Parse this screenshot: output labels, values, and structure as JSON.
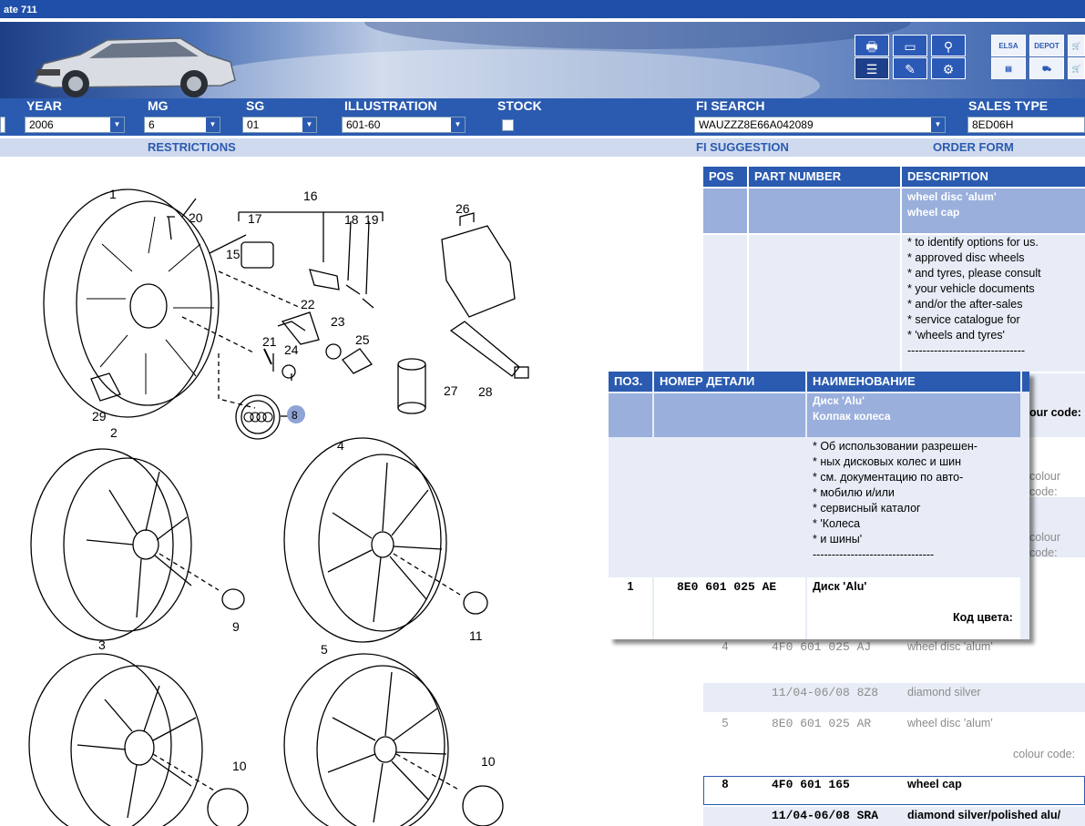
{
  "window": {
    "title": "ate 711"
  },
  "toolbar": {
    "icons": [
      "printer-icon",
      "screen-icon",
      "binoculars-icon",
      "list-icon",
      "pencil-icon",
      "tools-icon"
    ],
    "elsa_label": "ELSA",
    "depot_label": "DEPOT"
  },
  "fields": {
    "year": {
      "label": "YEAR",
      "value": "2006"
    },
    "mg": {
      "label": "MG",
      "value": "6"
    },
    "sg": {
      "label": "SG",
      "value": "01"
    },
    "illustration": {
      "label": "ILLUSTRATION",
      "value": "601-60"
    },
    "stock": {
      "label": "STOCK"
    },
    "fi_search": {
      "label": "FI SEARCH",
      "value": "WAUZZZ8E66A042089"
    },
    "sales_type": {
      "label": "SALES TYPE",
      "value": "8ED06H"
    }
  },
  "links": {
    "restrictions": "RESTRICTIONS",
    "fi_suggestion": "FI SUGGESTION",
    "order_form": "ORDER FORM"
  },
  "illustration_labels": [
    "1",
    "2",
    "3",
    "4",
    "5",
    "8",
    "9",
    "10",
    "10",
    "11",
    "15",
    "16",
    "17",
    "18",
    "19",
    "20",
    "21",
    "22",
    "23",
    "24",
    "25",
    "26",
    "27",
    "28",
    "29"
  ],
  "parts_table": {
    "headers": {
      "pos": "POS",
      "part_number": "PART NUMBER",
      "description": "DESCRIPTION"
    },
    "group_title": [
      "wheel disc 'alum'",
      "wheel cap"
    ],
    "notes": [
      "* to identify options for us.",
      "* approved disc wheels",
      "* and tyres, please consult",
      "* your vehicle documents",
      "* and/or the after-sales",
      "* service catalogue for",
      "* 'wheels and tyres'",
      "-------------------------------"
    ],
    "colour_code_label": "our code:",
    "colour_code_grey": "colour code:",
    "rows": [
      {
        "pos": "4",
        "part": "4F0 601 025 AJ",
        "desc": "wheel disc 'alum'"
      },
      {
        "pos": "",
        "part": "11/04-06/08 8Z8",
        "desc": "diamond silver"
      },
      {
        "pos": "5",
        "part": "8E0 601 025 AR",
        "desc": "wheel disc 'alum'"
      },
      {
        "pos": "8",
        "part": "4F0 601 165",
        "desc": "wheel cap"
      },
      {
        "pos": "",
        "part": "11/04-06/08 SRA",
        "desc": "diamond silver/polished alu/"
      }
    ],
    "colour_code_full": "colour code:"
  },
  "popup": {
    "headers": {
      "pos": "ПОЗ.",
      "part_number": "НОМЕР ДЕТАЛИ",
      "description": "НАИМЕНОВАНИЕ"
    },
    "group_title": [
      "Диск 'Alu'",
      "Колпак колеса"
    ],
    "notes": [
      "* Об использовании разрешен-",
      "* ных дисковых колес и шин",
      "* см. документацию по авто-",
      "* мобилю и/или",
      "* сервисный каталог",
      "* 'Колеса",
      "* и шины'",
      "--------------------------------"
    ],
    "row": {
      "pos": "1",
      "part": "8E0 601 025 AE",
      "desc": "Диск 'Alu'",
      "colour_label": "Код цвета:"
    }
  }
}
